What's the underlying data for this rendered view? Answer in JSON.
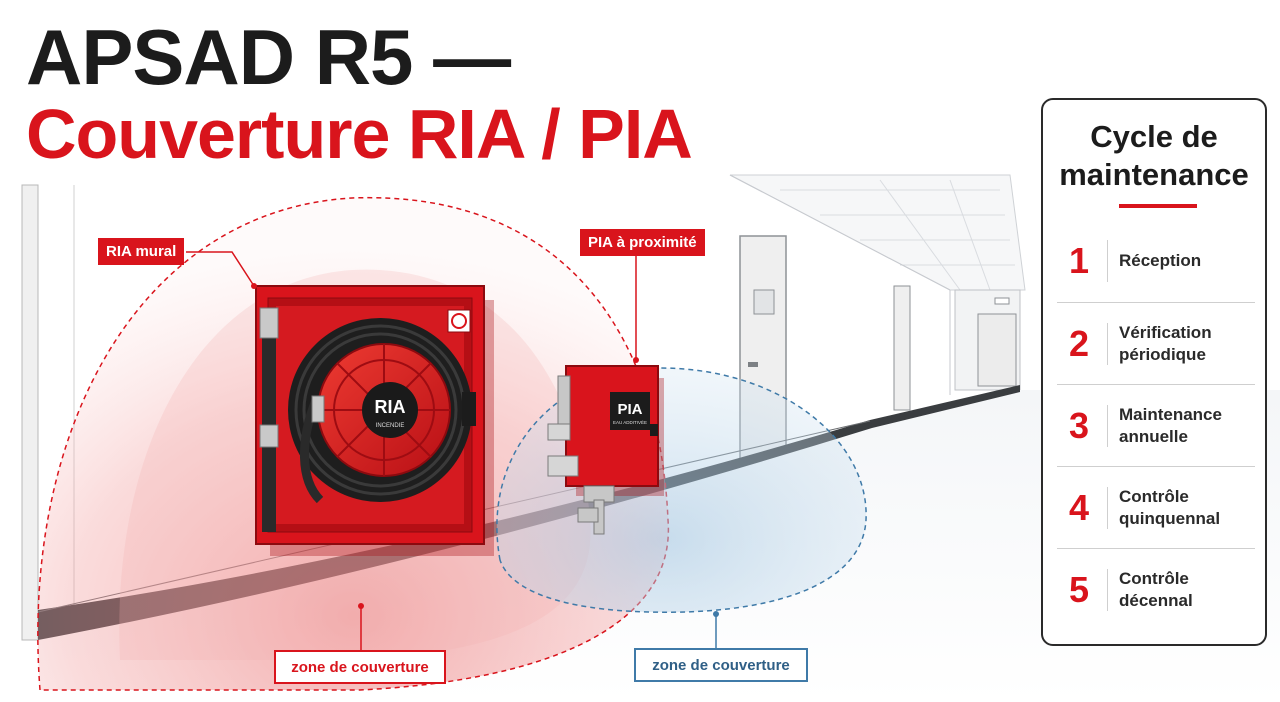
{
  "title": {
    "line1": "APSAD R5 —",
    "line2": "Couverture RIA / PIA"
  },
  "callouts": {
    "ria": "RIA mural",
    "pia": "PIA à proximité"
  },
  "cabinet_ria": {
    "label": "RIA",
    "sublabel": "INCENDIE"
  },
  "cabinet_pia": {
    "label": "PIA",
    "sublabel": "EAU ADDITIVÉE"
  },
  "zones": {
    "red_label": "zone de couverture",
    "blue_label": "zone de couverture"
  },
  "maintenance": {
    "title_line1": "Cycle de",
    "title_line2": "maintenance",
    "steps": [
      {
        "number": "1",
        "label": "Réception"
      },
      {
        "number": "2",
        "label": "Vérification périodique"
      },
      {
        "number": "3",
        "label": "Maintenance annuelle"
      },
      {
        "number": "4",
        "label": "Contrôle quinquennal"
      },
      {
        "number": "5",
        "label": "Contrôle décennal"
      }
    ]
  },
  "colors": {
    "accent_red": "#d9141c",
    "zone_blue": "#3f7aa8",
    "text_dark": "#1c1c1c"
  }
}
